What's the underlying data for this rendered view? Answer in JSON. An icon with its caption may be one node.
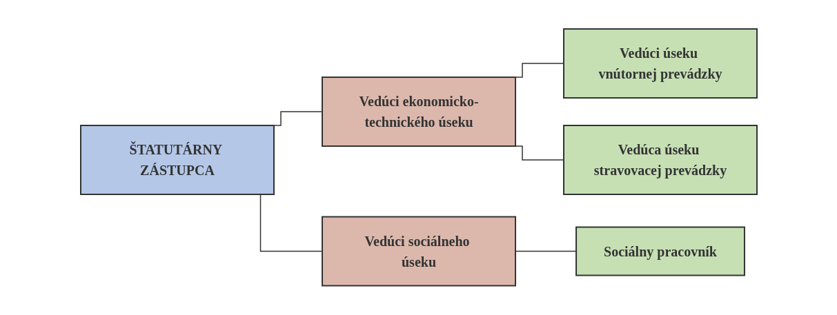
{
  "diagram": {
    "nodes": [
      {
        "text": [
          "ŠTATUTÁRNY ZÁSTUPCA"
        ]
      },
      {
        "text": [
          "Vedúci ekonomicko-technického úseku"
        ]
      },
      {
        "text": [
          "Vedúci úseku vnútornej prevádzky"
        ]
      },
      {
        "text": [
          "Vedúca úseku stravovacej prevádzky"
        ]
      },
      {
        "text": [
          "Vedúci sociálneho úseku"
        ]
      },
      {
        "text": [
          "Sociálny pracovník"
        ]
      }
    ],
    "edges": [
      {
        "from": 0,
        "to": 1,
        "arrow": "none"
      },
      {
        "from": 0,
        "to": 4,
        "arrow": "none"
      },
      {
        "from": 1,
        "to": 2,
        "arrow": "none"
      },
      {
        "from": 1,
        "to": 3,
        "arrow": "none"
      },
      {
        "from": 4,
        "to": 5,
        "arrow": "none"
      }
    ]
  }
}
